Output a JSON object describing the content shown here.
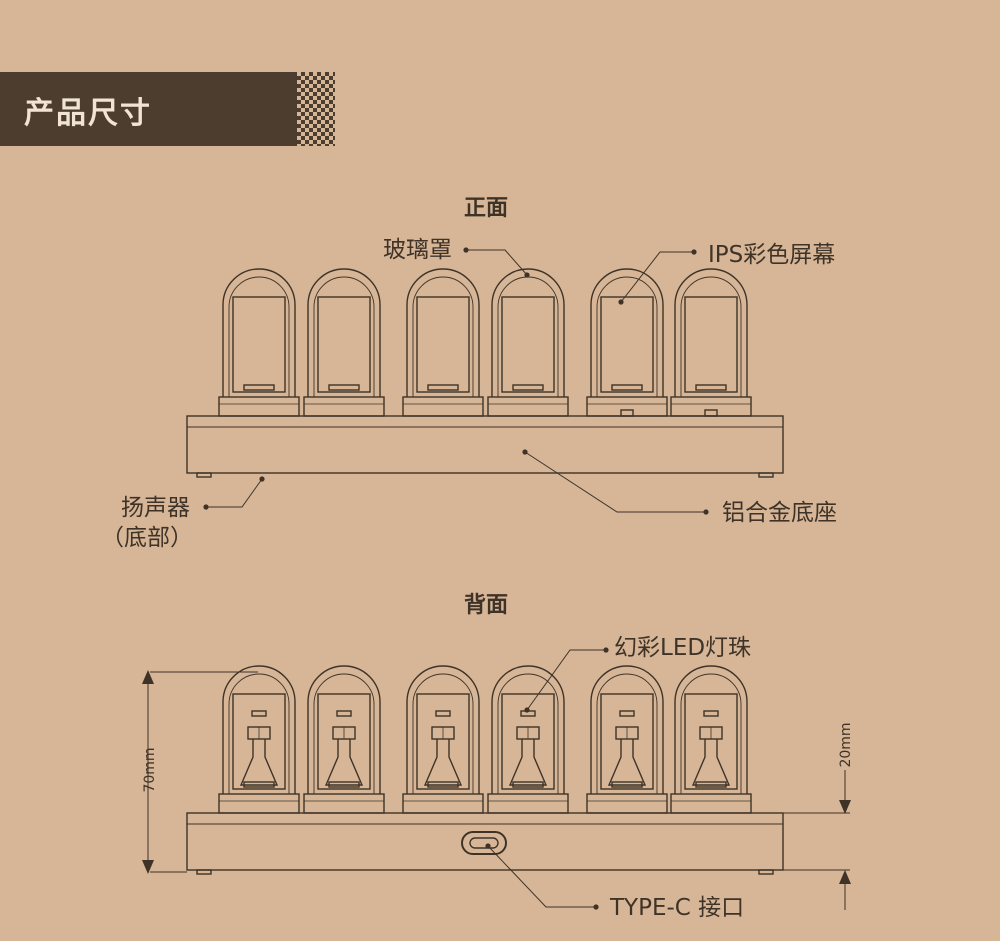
{
  "header": {
    "title": "产品尺寸"
  },
  "front": {
    "title": "正面",
    "labels": {
      "glass_cover": "玻璃罩",
      "ips_screen": "IPS彩色屏幕",
      "speaker": "扬声器",
      "speaker_note": "（底部）",
      "base": "铝合金底座"
    }
  },
  "back": {
    "title": "背面",
    "labels": {
      "led": "幻彩LED灯珠",
      "port": "TYPE-C 接口"
    },
    "dimensions": {
      "height_total": "70mm",
      "height_base": "20mm"
    }
  },
  "colors": {
    "background": "#d6b697",
    "header_bar": "#4d3d2e",
    "header_text": "#f1e4d4",
    "line": "#3f3328"
  }
}
